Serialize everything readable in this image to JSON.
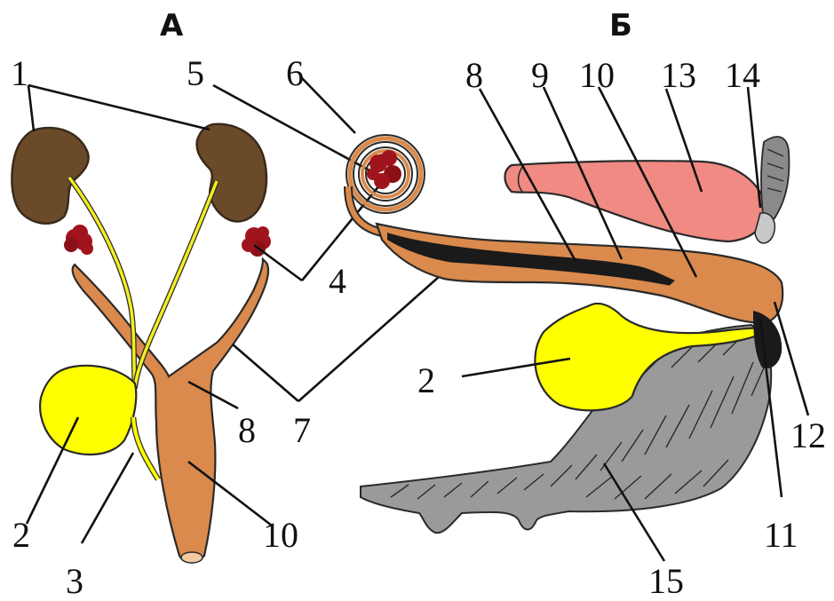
{
  "panels": {
    "a": "А",
    "b": "Б"
  },
  "labels_a": [
    "1",
    "2",
    "3",
    "4",
    "5",
    "6",
    "7",
    "8",
    "10"
  ],
  "labels_b": [
    "8",
    "9",
    "10",
    "13",
    "14",
    "2",
    "12",
    "11",
    "15"
  ],
  "colors": {
    "kidney": "#6b4a2a",
    "ureter": "#f2ee1e",
    "bladder": "#ffff00",
    "uterus": "#d98a4c",
    "ovary": "#a0141e",
    "rectum": "#f08a82",
    "pelvis": "#9a9a9a",
    "outline": "#2a2a2a"
  }
}
